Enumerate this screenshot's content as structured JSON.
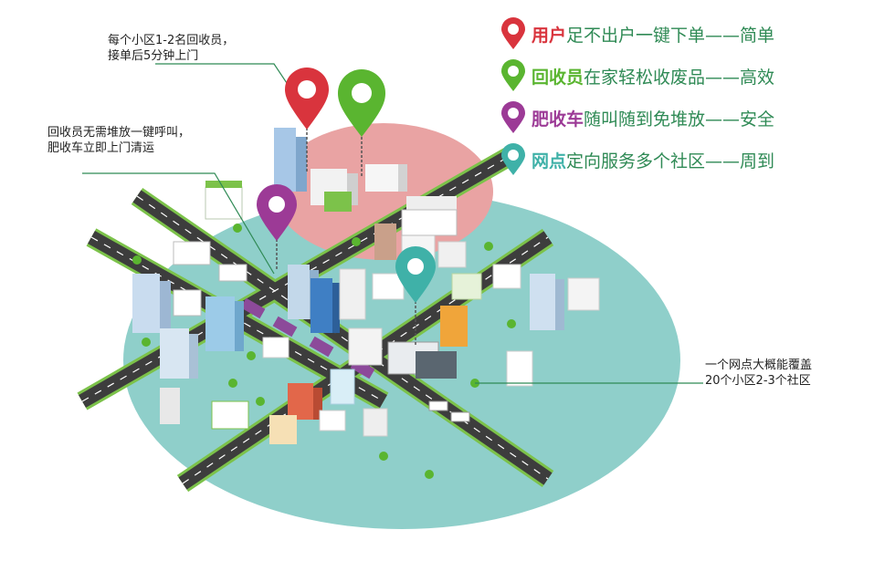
{
  "legend": [
    {
      "key": "用户",
      "text": "足不出户一键下单——简单",
      "color": "#d9343d"
    },
    {
      "key": "回收员",
      "text": "在家轻松收废品——高效",
      "color": "#5ab530"
    },
    {
      "key": "肥收车",
      "text": "随叫随到免堆放——安全",
      "color": "#9c3a96"
    },
    {
      "key": "网点",
      "text": "定向服务多个社区——周到",
      "color": "#3fb1a8"
    }
  ],
  "callouts": {
    "collector_line1": "每个小区1-2名回收员，",
    "collector_line2": "接单后5分钟上门",
    "truck_line1": "回收员无需堆放一键呼叫，",
    "truck_line2": "肥收车立即上门清运",
    "station_line1": "一个网点大概能覆盖",
    "station_line2": "20个小区2-3个社区"
  },
  "colors": {
    "teal_zone": "#8fcfca",
    "pink_zone": "#e9a3a3",
    "road": "#3d3d3d",
    "road_edge": "#7cc24a",
    "text_green": "#2f8a55",
    "leader_line": "#2f8a55"
  }
}
